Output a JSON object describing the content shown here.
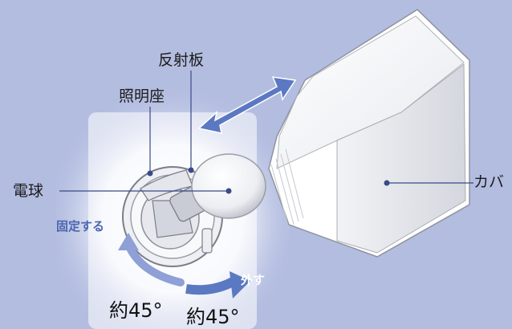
{
  "labels": {
    "reflector": "反射板",
    "socket": "照明座",
    "bulb": "電球",
    "cover": "カバ"
  },
  "actions": {
    "fix": "固定する",
    "remove": "外す"
  },
  "angles": {
    "fix": "約45°",
    "remove": "約45°"
  },
  "colors": {
    "background": "#b3bde0",
    "arrow": "#5b78c2",
    "fix_text": "#4b65b0",
    "remove_text": "#ffffff"
  }
}
